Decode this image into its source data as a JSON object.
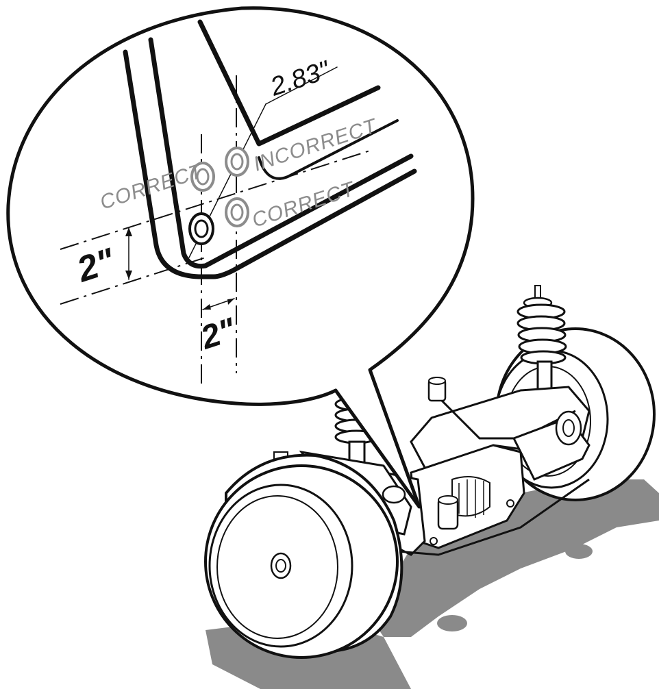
{
  "callout": {
    "label_correct_upper": "CORRECT",
    "label_incorrect": "INCORRECT",
    "label_correct_lower": "CORRECT",
    "dim_diagonal": "2.83\"",
    "dim_vertical_offset": "2\"",
    "dim_horizontal_offset": "2\""
  },
  "colors": {
    "ink": "#111111",
    "label_grey": "#8c8c8c",
    "shadow": "#8a8a8a"
  }
}
